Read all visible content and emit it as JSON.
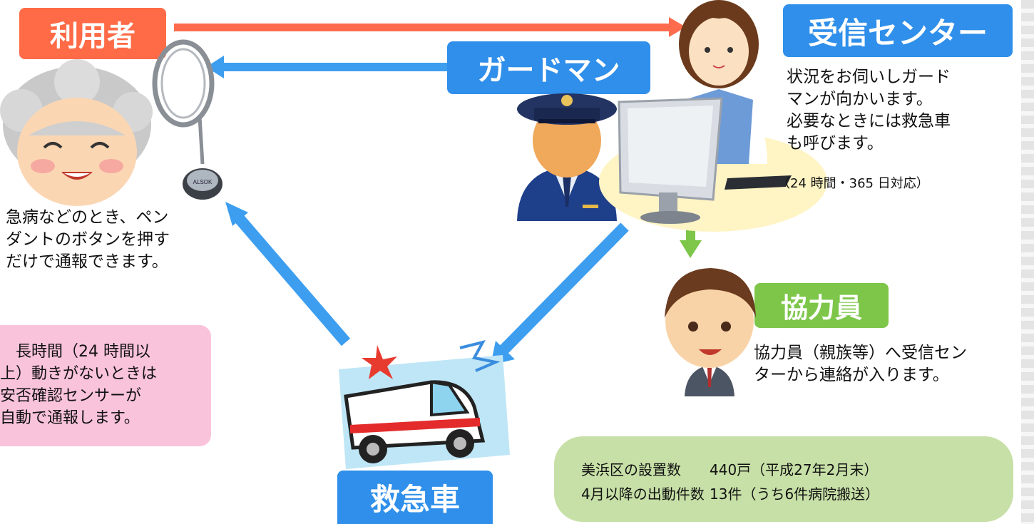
{
  "labels": {
    "user": "利用者",
    "guardman": "ガードマン",
    "center": "受信センター",
    "cooperator": "協力員",
    "ambulance": "救急車"
  },
  "texts": {
    "center_desc": "状況をお伺いしガード\nマンが向かいます。\n必要なときには救急車\nも呼びます。",
    "center_hours": "（24 時間・365 日対応）",
    "user_desc": "急病などのとき、ペン\nダントのボタンを押す\nだけで通報できます。",
    "sensor_note": "　長時間（24 時間以\n上）動きがないときは\n安否確認センサーが\n自動で通報します。",
    "cooperator_desc": "協力員（親族等）へ受信セン\nターから連絡が入ります。",
    "pendant_brand": "ALSOK"
  },
  "stats": {
    "rows": [
      {
        "label": "美浜区の設置数",
        "value": "440戸（平成27年2月末）"
      },
      {
        "label": "4月以降の出動件数",
        "value": "13件（うち6件病院搬送）"
      }
    ]
  },
  "colors": {
    "user_label": "#ff6b47",
    "blue_label": "#2f8fea",
    "green_label": "#7dc64a",
    "red_arrow": "#ff6b4d",
    "blue_arrow": "#3d9ef0",
    "green_arrow": "#7dc64a",
    "pink_box": "#fac3dc",
    "stats_box": "#c7e0a7"
  }
}
